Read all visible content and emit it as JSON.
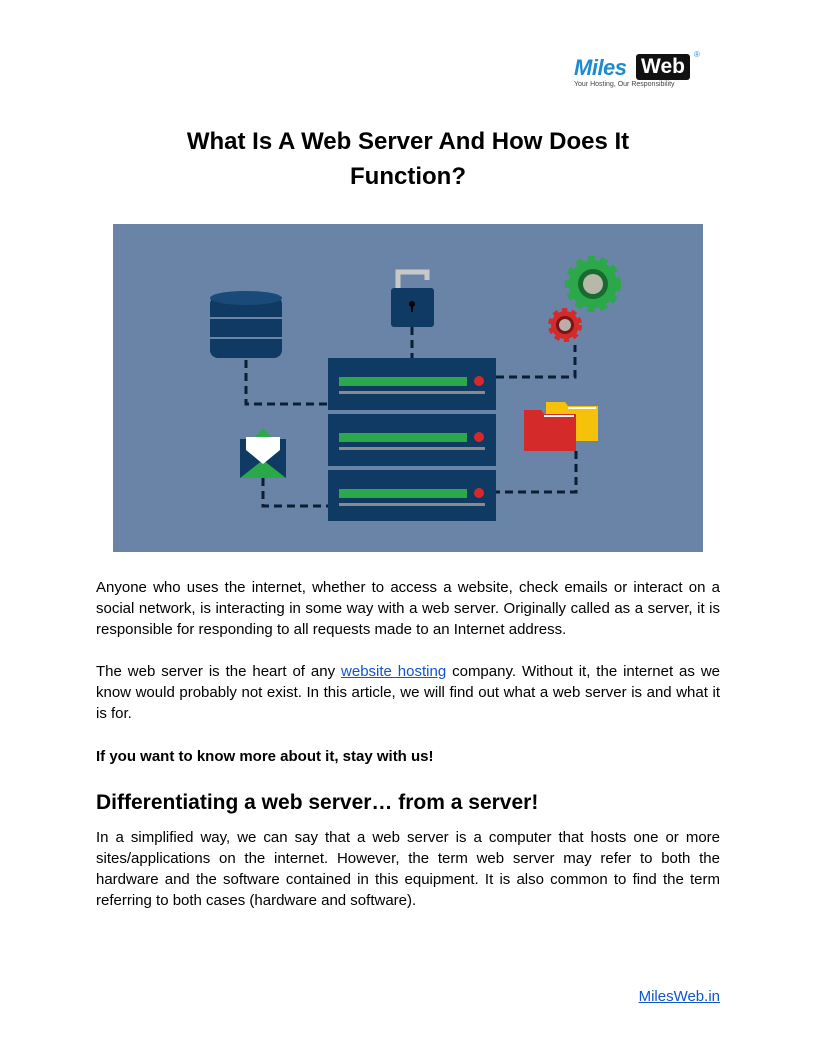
{
  "logo": {
    "brand_part1": "Miles",
    "brand_part2": "Web",
    "registered": "®",
    "tagline": "Your Hosting, Our Responsibility"
  },
  "title": "What Is A Web Server And How Does It Function?",
  "paragraphs": {
    "p1": "Anyone who uses the internet, whether to access a website, check emails or interact on a social network, is interacting in some way with a web server. Originally called as a server, it is responsible for responding to all requests made to an Internet address.",
    "p2_before": "The web server is the heart of any ",
    "p2_link": "website hosting",
    "p2_after": " company. Without it, the internet as we know would probably not exist. In this article, we will find out what a web server is and what it is for.",
    "p3": "If you want to know more about it, stay with us!",
    "h2": "Differentiating a web server… from a server!",
    "p4": "In a simplified way, we can say that a web server is a computer that hosts one or more sites/applications on the internet. However, the term web server may refer to both the hardware and the software contained in this equipment. It is also common to find the term referring to both cases (hardware and software)."
  },
  "footer": {
    "link": "MilesWeb.in"
  },
  "colors": {
    "hero_bg": "#6a84a8",
    "navy": "#0f3a63",
    "green": "#2aa84a",
    "red": "#d42a2a",
    "yellow": "#f5c10a",
    "link": "#1155cc"
  }
}
